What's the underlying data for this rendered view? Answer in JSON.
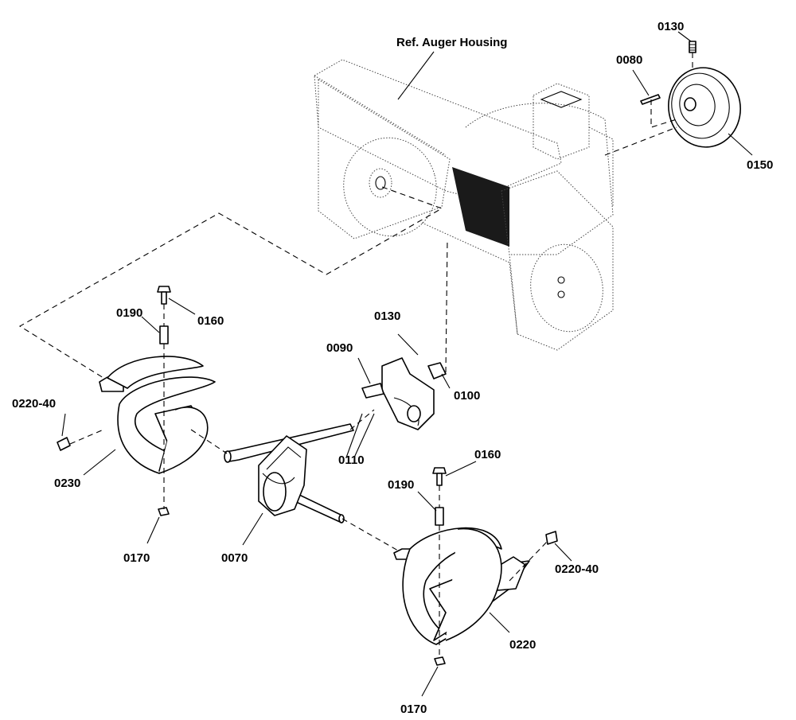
{
  "diagram": {
    "housing_label": "Ref. Auger Housing",
    "callouts": [
      {
        "id": "c0130a",
        "text": "0130"
      },
      {
        "id": "c0080",
        "text": "0080"
      },
      {
        "id": "c0150",
        "text": "0150"
      },
      {
        "id": "c0160a",
        "text": "0160"
      },
      {
        "id": "c0190a",
        "text": "0190"
      },
      {
        "id": "c0130b",
        "text": "0130"
      },
      {
        "id": "c0090",
        "text": "0090"
      },
      {
        "id": "c0100",
        "text": "0100"
      },
      {
        "id": "c0110",
        "text": "0110"
      },
      {
        "id": "c022040a",
        "text": "0220-40"
      },
      {
        "id": "c0230",
        "text": "0230"
      },
      {
        "id": "c0170a",
        "text": "0170"
      },
      {
        "id": "c0070",
        "text": "0070"
      },
      {
        "id": "c0160b",
        "text": "0160"
      },
      {
        "id": "c0190b",
        "text": "0190"
      },
      {
        "id": "c022040b",
        "text": "0220-40"
      },
      {
        "id": "c0220",
        "text": "0220"
      },
      {
        "id": "c0170b",
        "text": "0170"
      }
    ]
  }
}
